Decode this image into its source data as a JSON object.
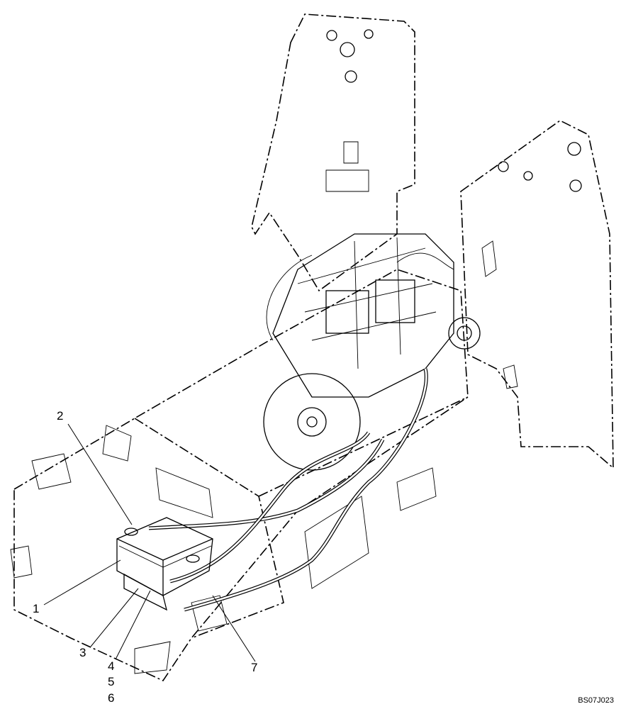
{
  "diagram": {
    "callouts": [
      "1",
      "2",
      "3",
      "4",
      "5",
      "6",
      "7"
    ],
    "reference_code": "BS07J023"
  }
}
